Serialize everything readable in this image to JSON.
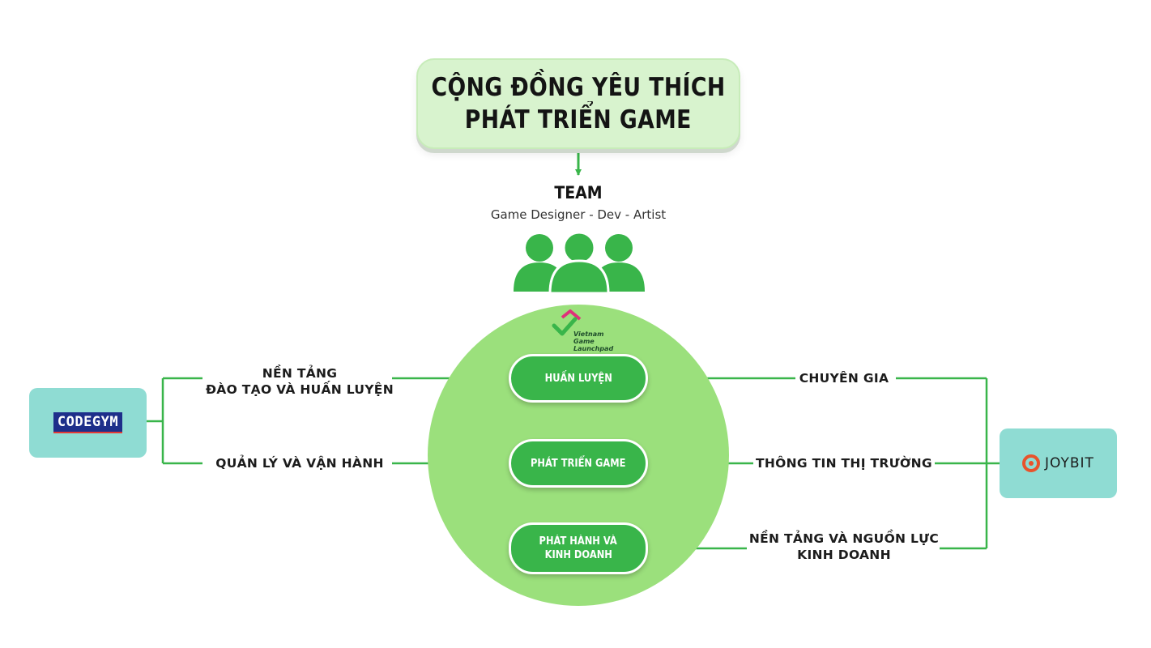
{
  "header": {
    "line1": "CỘNG ĐỒNG YÊU THÍCH",
    "line2": "PHÁT TRIỂN GAME"
  },
  "team": {
    "title": "TEAM",
    "roles": "Game Designer - Dev - Artist",
    "icon": "people-group-icon"
  },
  "launchpad": {
    "logo_line1": "Vietnam",
    "logo_line2": "Game Launchpad",
    "stages": [
      {
        "lines": [
          "HUẤN LUYỆN"
        ]
      },
      {
        "lines": [
          "PHÁT TRIỂN GAME"
        ]
      },
      {
        "lines": [
          "PHÁT HÀNH VÀ",
          "KINH DOANH"
        ]
      }
    ]
  },
  "left_partner": {
    "name": "CODEGYM",
    "contributions": [
      {
        "lines": [
          "NỀN TẢNG",
          "ĐÀO TẠO VÀ HUẤN LUYỆN"
        ]
      },
      {
        "lines": [
          "QUẢN LÝ VÀ VẬN HÀNH"
        ]
      }
    ]
  },
  "right_partner": {
    "name": "JOYBIT",
    "contributions": [
      {
        "lines": [
          "CHUYÊN GIA"
        ]
      },
      {
        "lines": [
          "THÔNG TIN THỊ TRƯỜNG"
        ]
      },
      {
        "lines": [
          "NỀN TẢNG VÀ NGUỒN LỰC",
          "KINH DOANH"
        ]
      }
    ]
  },
  "colors": {
    "accent_green": "#39b54a",
    "circle_green": "#9be07c",
    "header_bg": "#d8f3ce",
    "partner_bg": "#8fdcd3",
    "codegym_blue": "#1e2f8a",
    "joybit_orange": "#e8532b"
  }
}
